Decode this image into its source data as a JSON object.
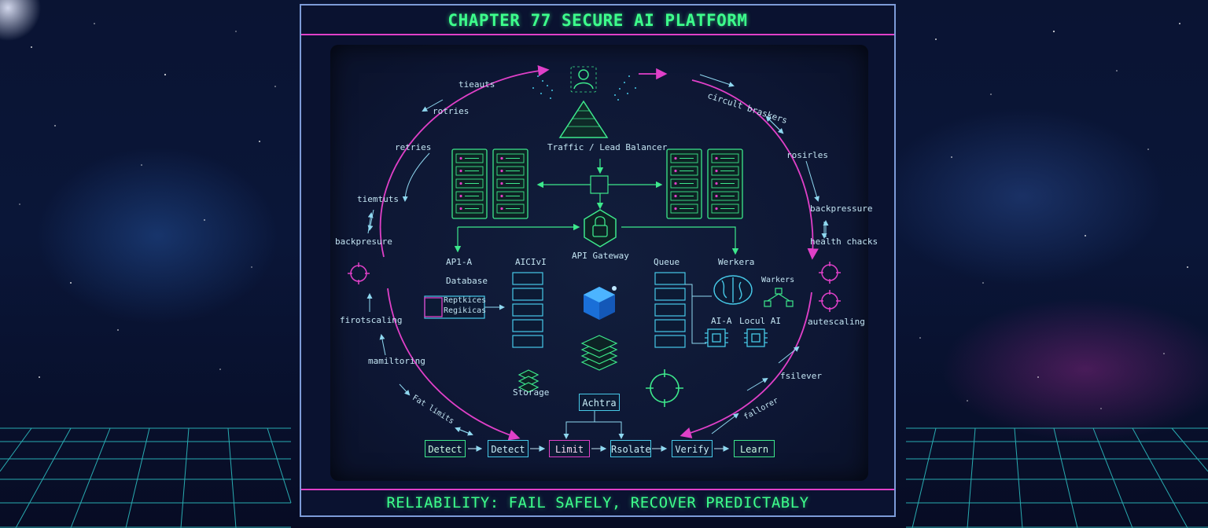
{
  "title": "CHAPTER 77 SECURE AI PLATFORM",
  "footer": "RELIABILITY: FAIL SAFELY, RECOVER PREDICTABLY",
  "colors": {
    "green": "#3de88c",
    "cyan": "#47c9e8",
    "magenta": "#e040c8",
    "text": "#c3e4f2",
    "title": "#3dff8c"
  },
  "center": {
    "traffic": "Traffic / Lead Balancer",
    "gateway": "API Gateway",
    "api_a": "AP1-A",
    "aichv": "AICIvI",
    "database": "Database",
    "replicas_1": "Reptkices",
    "replicas_2": "Regikicas",
    "queue": "Queue",
    "workers_top": "Werkera",
    "workers": "Warkers",
    "ai_a": "AI-A",
    "local_ai": "Locul AI",
    "storage": "Storage",
    "archive": "Achtra"
  },
  "left_loop": {
    "timeouts_top": "tieauts",
    "retries_top": "rotries",
    "retries": "retries",
    "timeouts": "tiemtuts",
    "backpressure": "backpresure",
    "autoscaling": "firotscaling",
    "monitoring": "mamiltoring",
    "rate_limits": "Fat limits"
  },
  "right_loop": {
    "circuit_breakers": "circult braskers",
    "retries": "rosirles",
    "backpressure": "backpressure",
    "health_checks": "health chacks",
    "autoscaling": "autescaling",
    "failover": "fsilever",
    "failover_2": "fallorer"
  },
  "pipeline": [
    "Detect",
    "Detect",
    "Limit",
    "Rsolate",
    "Verify",
    "Learn"
  ],
  "icons": [
    "user-icon",
    "pyramid-icon",
    "lock-icon",
    "server-rack-icon",
    "brain-icon",
    "chip-icon",
    "cube-icon",
    "stack-icon",
    "target-icon",
    "network-icon"
  ]
}
